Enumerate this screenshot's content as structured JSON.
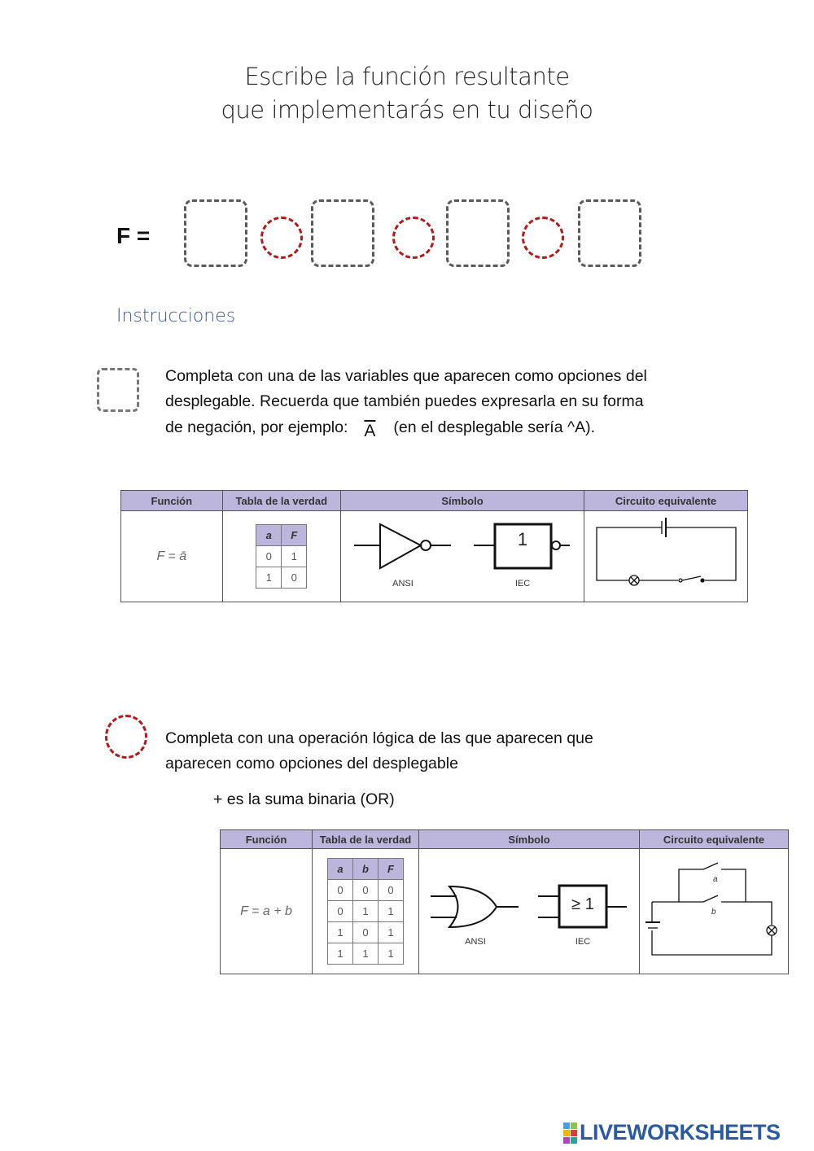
{
  "title": {
    "line1": "Escribe la función resultante",
    "line2": "que implementarás en tu diseño"
  },
  "formula": {
    "label": "F =",
    "variable_slots": 4,
    "operator_slots": 3
  },
  "instructions": {
    "heading": "Instrucciones",
    "variable_text": {
      "line1": "Completa con una de las variables que aparecen como opciones del",
      "line2": "desplegable.  Recuerda que también puedes expresarla en su forma",
      "line3_a": "de negación, por ejemplo:",
      "negated_example": "A",
      "line3_b": "(en el desplegable sería  ^A)."
    },
    "operator_text": {
      "line1": "Completa con una operación lógica de las que aparecen que",
      "line2": "aparecen como opciones del desplegable"
    },
    "or_note": "+  es la suma binaria (OR)"
  },
  "not_table": {
    "headers": [
      "Función",
      "Tabla de la verdad",
      "Símbolo",
      "Circuito equivalente"
    ],
    "function": "F = ā",
    "truth_headers": [
      "a",
      "F"
    ],
    "truth_rows": [
      [
        "0",
        "1"
      ],
      [
        "1",
        "0"
      ]
    ],
    "symbol_labels": [
      "ANSI",
      "IEC"
    ],
    "iec_text": "1"
  },
  "or_table": {
    "headers": [
      "Función",
      "Tabla de la verdad",
      "Símbolo",
      "Circuito equivalente"
    ],
    "function": "F = a + b",
    "truth_headers": [
      "a",
      "b",
      "F"
    ],
    "truth_rows": [
      [
        "0",
        "0",
        "0"
      ],
      [
        "0",
        "1",
        "1"
      ],
      [
        "1",
        "0",
        "1"
      ],
      [
        "1",
        "1",
        "1"
      ]
    ],
    "symbol_labels": [
      "ANSI",
      "IEC"
    ],
    "iec_text": "≥ 1",
    "switch_labels": [
      "a",
      "b"
    ]
  },
  "logo": {
    "text": "LIVEWORKSHEETS"
  }
}
